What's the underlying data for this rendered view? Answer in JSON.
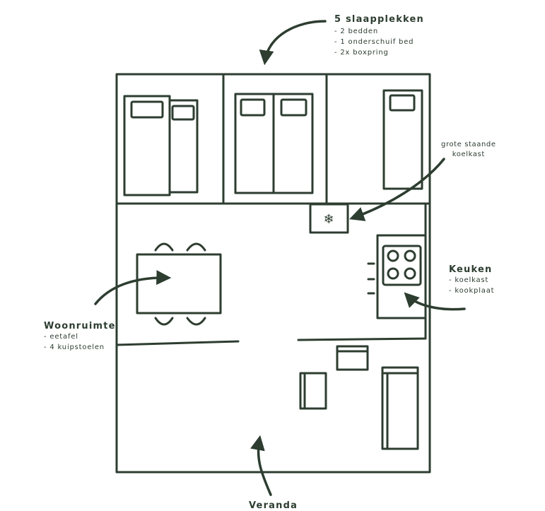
{
  "annotations": {
    "sleeping": {
      "title": "5 slaapplekken",
      "items": [
        "- 2 bedden",
        "- 1 onderschuif bed",
        "- 2x boxpring"
      ]
    },
    "fridge": {
      "line1": "grote staande",
      "line2": "koelkast"
    },
    "kitchen": {
      "title": "Keuken",
      "items": [
        "- koelkast",
        "- kookplaat"
      ]
    },
    "living": {
      "title": "Woonruimte",
      "items": [
        "- eetafel",
        "- 4 kuipstoelen"
      ]
    },
    "veranda": {
      "title": "Veranda"
    }
  },
  "icons": {
    "fridge": "snowflake-icon",
    "stove": "four-burner-icon"
  },
  "colors": {
    "ink": "#2d3d30",
    "background": "#ffffff"
  }
}
